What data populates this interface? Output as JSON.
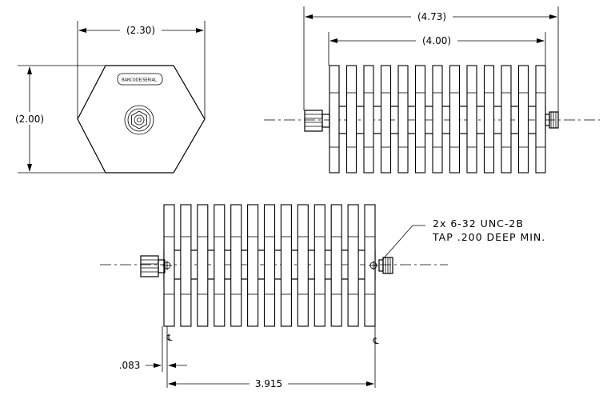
{
  "end_view": {
    "width_dim": "(2.30)",
    "height_dim": "(2.00)",
    "label_text": "BARCODE/SERIAL"
  },
  "top_side_view": {
    "overall_length_dim": "(4.73)",
    "fin_length_dim": "(4.00)",
    "fin_count": 13
  },
  "bottom_side_view": {
    "fin_count": 13,
    "offset_dim": ".083",
    "centerline_dim": "3.915",
    "centerline_left_symbol": "℄",
    "centerline_right_symbol": "℄",
    "note_line1": "2x 6-32 UNC-2B",
    "note_line2": "TAP .200 DEEP MIN."
  }
}
